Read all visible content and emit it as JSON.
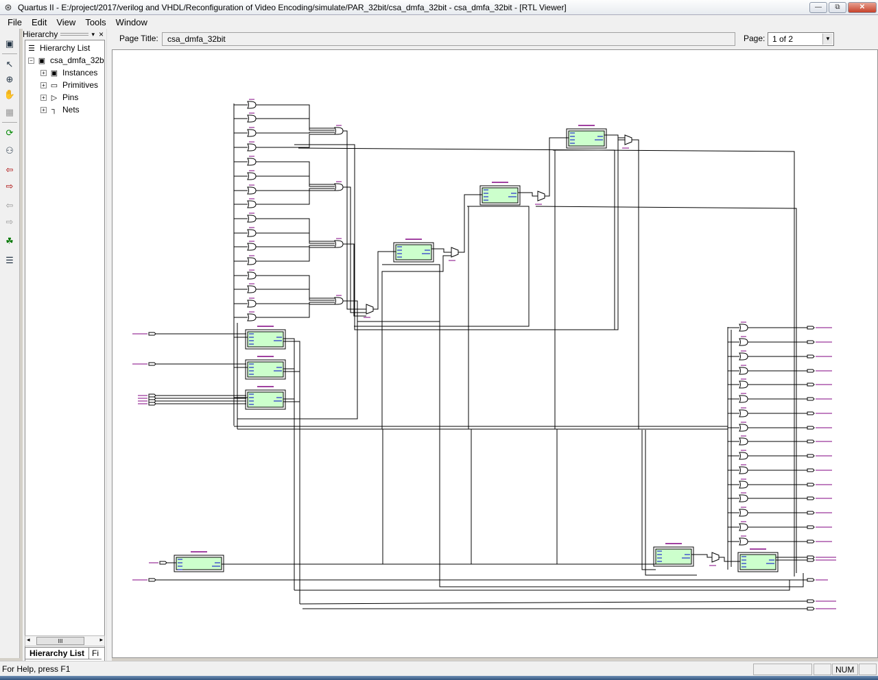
{
  "window": {
    "title": "Quartus II - E:/project/2017/verilog and VHDL/Reconfiguration of Video Encoding/simulate/PAR_32bit/csa_dmfa_32bit - csa_dmfa_32bit - [RTL Viewer]",
    "controls": {
      "minimize": "—",
      "restore": "⧉",
      "close": "✕"
    }
  },
  "menu": [
    "File",
    "Edit",
    "View",
    "Tools",
    "Window"
  ],
  "hierarchy": {
    "header": "Hierarchy",
    "close": "×",
    "root_label": "Hierarchy List",
    "top_entity": "csa_dmfa_32b",
    "items": [
      "Instances",
      "Primitives",
      "Pins",
      "Nets"
    ],
    "tabs": [
      "Hierarchy List",
      "Fi"
    ],
    "scroll_thumb": "III"
  },
  "pagebar": {
    "title_label": "Page Title:",
    "title_value": "csa_dmfa_32bit",
    "page_label": "Page:",
    "page_value": "1 of 2"
  },
  "status": {
    "help": "For Help, press F1",
    "num": "NUM"
  },
  "toolbar_icons": [
    "select-arrow-icon",
    "zoom-icon",
    "hand-pan-icon",
    "fit-icon",
    "refresh-icon",
    "find-icon",
    "back-icon",
    "forward-icon",
    "prev-icon",
    "next-icon",
    "netlist-icon",
    "hierarchy-icon"
  ],
  "colors": {
    "block_fill": "#ccffcc",
    "wire": "#000000",
    "label": "#800080",
    "port_label": "#0000cc"
  }
}
